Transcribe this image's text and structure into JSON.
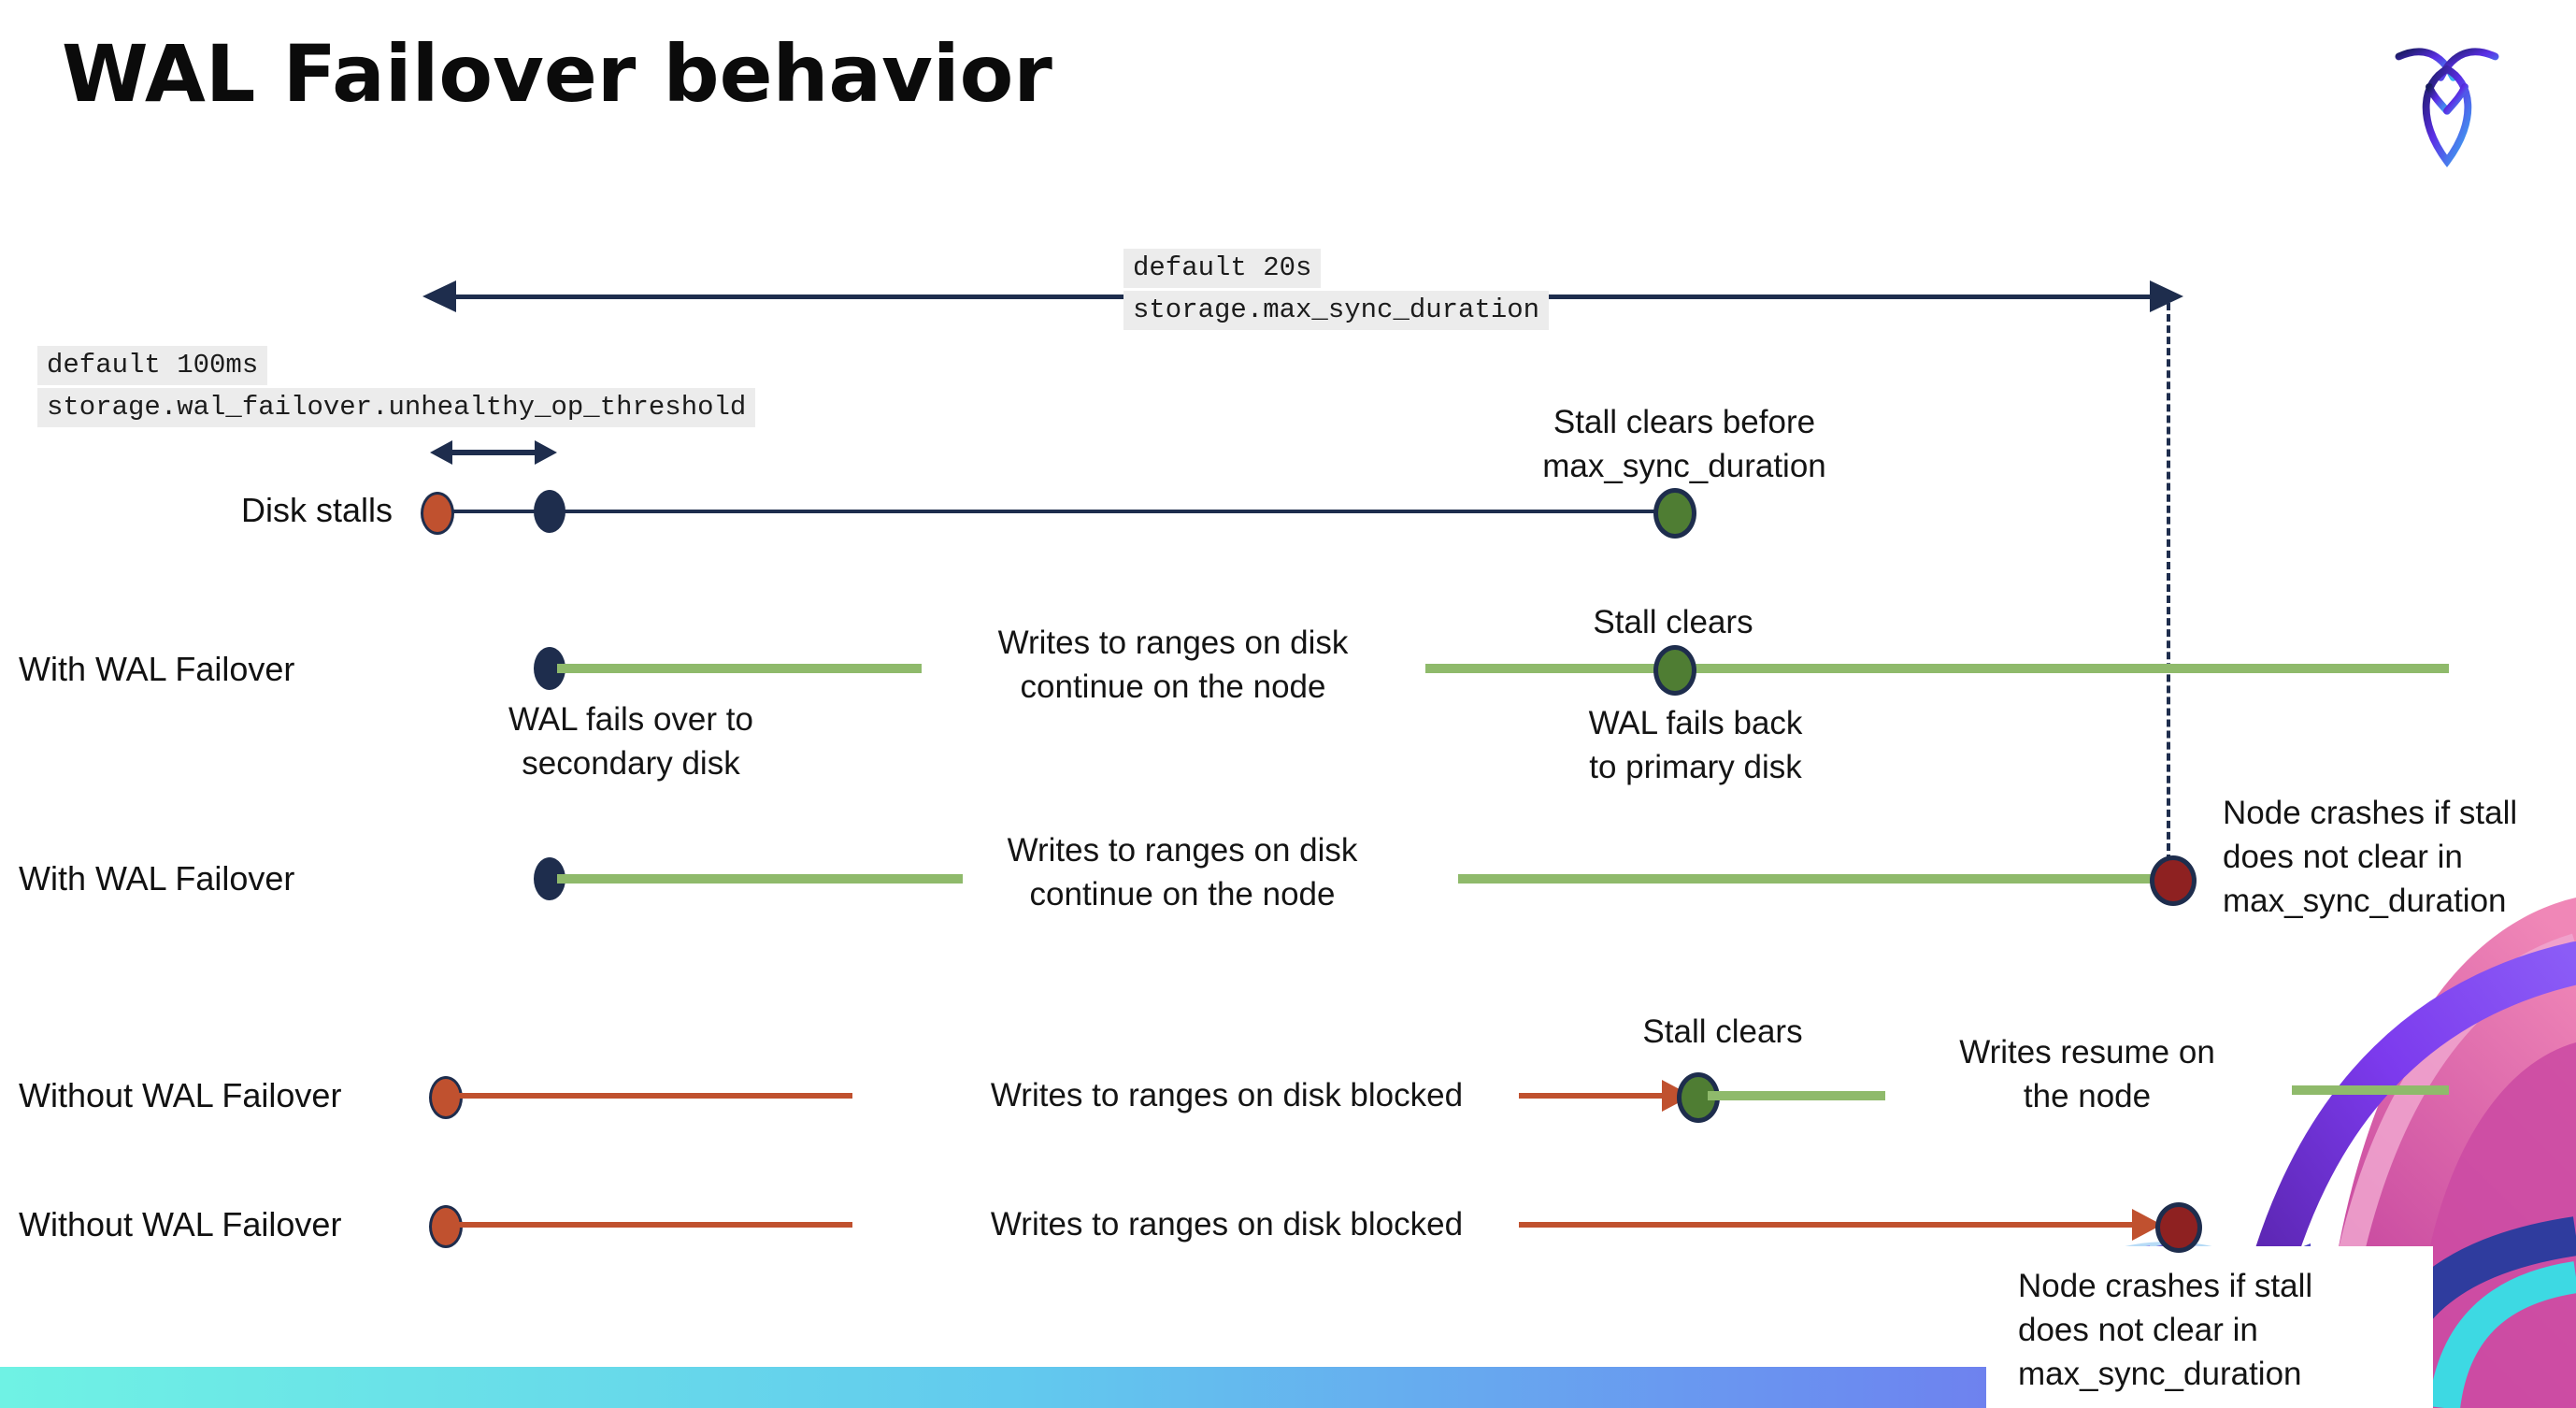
{
  "title": "WAL Failover behavior",
  "logo": "cockroachdb-logo",
  "config_labels": {
    "max_sync_line1": "default 20s",
    "max_sync_line2": "storage.max_sync_duration",
    "threshold_line1": "default 100ms",
    "threshold_line2": "storage.wal_failover.unhealthy_op_threshold"
  },
  "rows": [
    {
      "id": "disk-stalls",
      "label": "Disk stalls"
    },
    {
      "id": "with-wal-failover-1",
      "label": "With WAL Failover"
    },
    {
      "id": "with-wal-failover-2",
      "label": "With WAL Failover"
    },
    {
      "id": "without-wal-failover-1",
      "label": "Without WAL Failover"
    },
    {
      "id": "without-wal-failover-2",
      "label": "Without WAL Failover"
    }
  ],
  "notes": {
    "stall_clears_before_1": "Stall clears before",
    "stall_clears_before_2": "max_sync_duration",
    "stall_clears": "Stall clears",
    "wal_fails_over_1": "WAL fails over to",
    "wal_fails_over_2": "secondary disk",
    "wal_fails_back_1": "WAL fails  back",
    "wal_fails_back_2": "to primary disk",
    "writes_continue_1": "Writes to ranges on disk",
    "writes_continue_2": "continue on the node",
    "writes_blocked": "Writes to ranges on disk  blocked",
    "writes_resume_1": "Writes resume on",
    "writes_resume_2": "the node",
    "node_crashes_1": "Node crashes if stall",
    "node_crashes_2": "does not clear in",
    "node_crashes_3": "max_sync_duration"
  },
  "colors": {
    "navy": "#1e2d4d",
    "green_line": "#8fba6b",
    "green_dot": "#4f7d33",
    "red": "#c0512f",
    "maroon": "#8e2121",
    "label_bg": "#ececec"
  }
}
